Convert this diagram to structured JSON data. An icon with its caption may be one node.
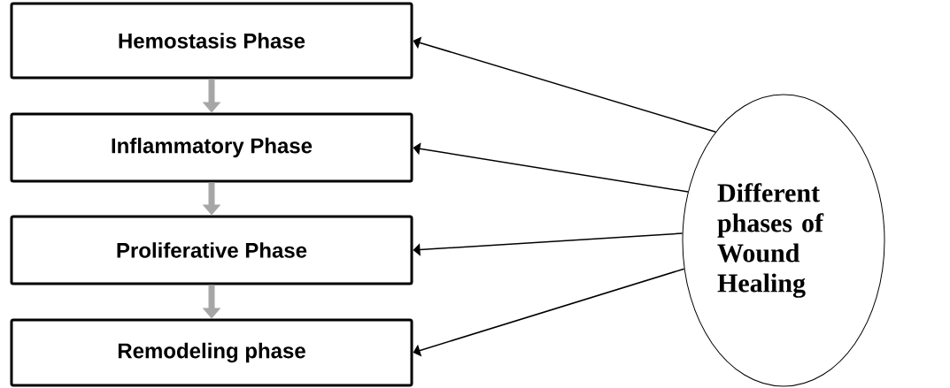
{
  "diagram": {
    "nodes": [
      {
        "text": [
          "Hemostasis Phase"
        ]
      },
      {
        "text": [
          "Inflammatory Phase"
        ]
      },
      {
        "text": [
          "Proliferative Phase"
        ]
      },
      {
        "text": [
          "Remodeling phase"
        ]
      },
      {
        "text": [
          "Different phases of Wound Healing"
        ]
      }
    ],
    "edges": [
      {
        "from": 0,
        "to": 1,
        "arrow": "to",
        "style": "thick",
        "color": "#a6a6a6"
      },
      {
        "from": 1,
        "to": 2,
        "arrow": "to",
        "style": "thick",
        "color": "#a6a6a6"
      },
      {
        "from": 2,
        "to": 3,
        "arrow": "to",
        "style": "thick",
        "color": "#a6a6a6"
      },
      {
        "from": 4,
        "to": 0,
        "arrow": "to"
      },
      {
        "from": 4,
        "to": 1,
        "arrow": "to"
      },
      {
        "from": 4,
        "to": 2,
        "arrow": "to"
      },
      {
        "from": 4,
        "to": 3,
        "arrow": "to"
      }
    ]
  }
}
